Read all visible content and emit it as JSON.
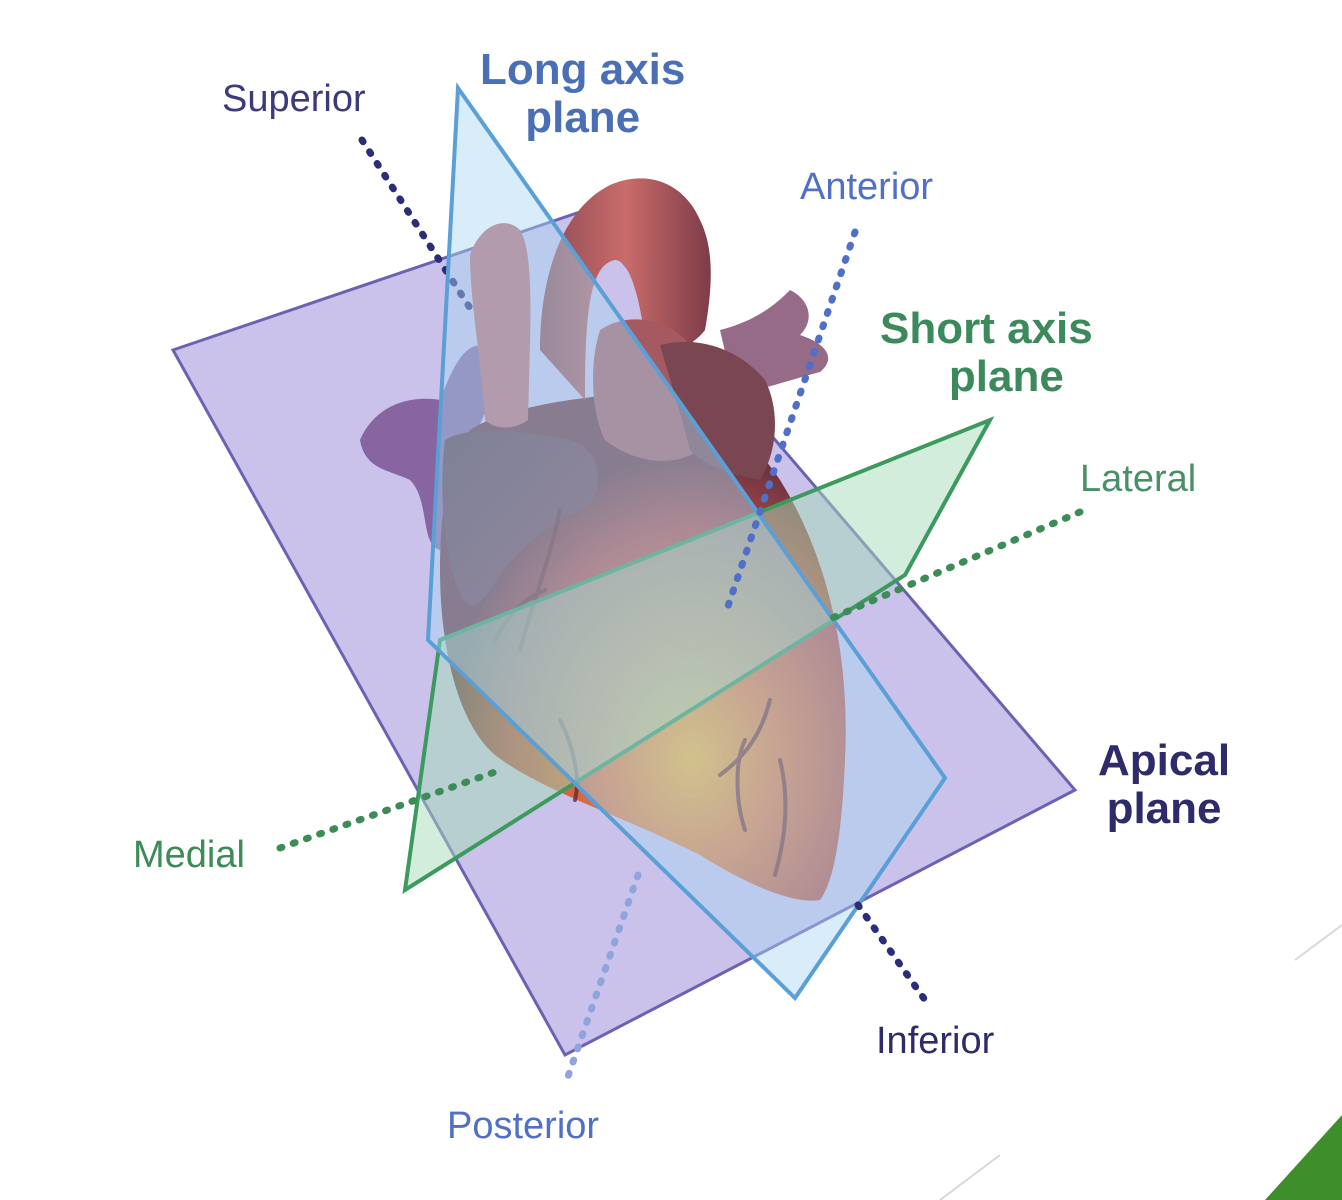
{
  "planes": {
    "long_axis": {
      "line1": "Long axis",
      "line2": "plane",
      "color": "#4b6fb5"
    },
    "short_axis": {
      "line1": "Short axis",
      "line2": "plane",
      "color": "#3c8a5c"
    },
    "apical": {
      "line1": "Apical",
      "line2": "plane",
      "color": "#2e2b6b"
    }
  },
  "axes": {
    "superior": "Superior",
    "anterior": "Anterior",
    "lateral": "Lateral",
    "medial": "Medial",
    "inferior": "Inferior",
    "posterior": "Posterior"
  },
  "colors": {
    "apical_plane_fill": "#b9aee6",
    "long_axis_fill": "#a9d8f2",
    "short_axis_fill": "#a6dcb7",
    "axis_dark": "#2b2c7a",
    "axis_blue": "#4f70c6",
    "axis_green": "#3d8b57",
    "heart": "#b4534e",
    "slide_accent": "#3f8e2c"
  }
}
